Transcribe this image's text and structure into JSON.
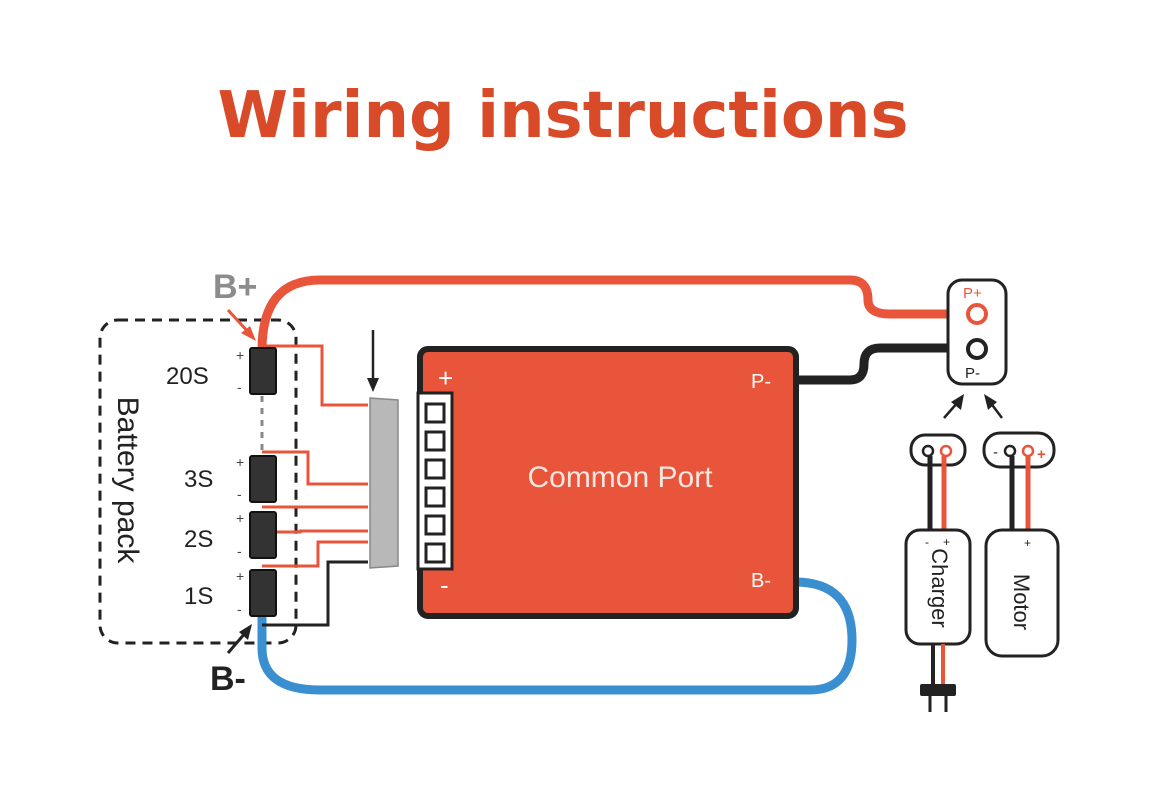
{
  "title": "Wiring instructions",
  "labels": {
    "b_plus": "B+",
    "b_minus": "B-",
    "battery_pack": "Battery pack",
    "cell_20s": "20S",
    "cell_3s": "3S",
    "cell_2s": "2S",
    "cell_1s": "1S",
    "board_name": "Common Port",
    "board_plus": "+",
    "board_minus": "-",
    "board_p_minus": "P-",
    "board_b_minus": "B-",
    "port_p_plus": "P+",
    "port_p_minus": "P-",
    "charger": "Charger",
    "motor": "Motor",
    "charger_plus": "+",
    "charger_minus": "-",
    "motor_plus": "+",
    "motor_minus": "-",
    "cell_plus": "+",
    "cell_minus": "-"
  },
  "colors": {
    "title": "#d84a28",
    "board": "#e8553a",
    "red_wire": "#e8553a",
    "black_wire": "#222222",
    "blue_wire": "#3a8fd0",
    "connector": "#b8b8b8",
    "b_plus_label": "#8c8c8c"
  }
}
